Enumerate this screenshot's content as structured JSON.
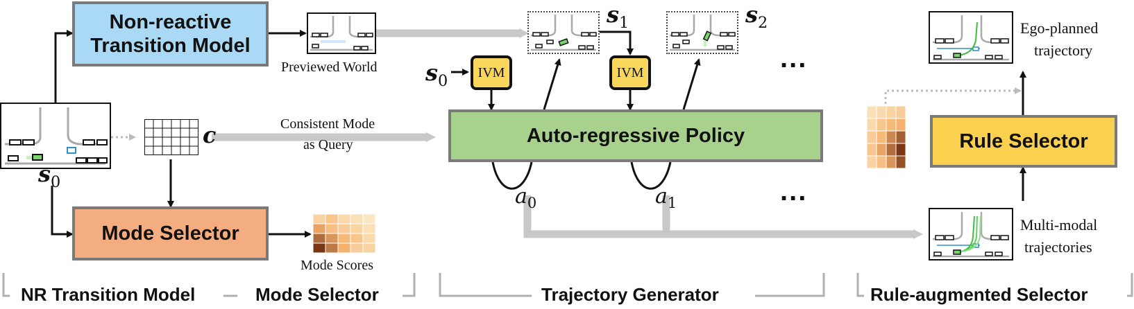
{
  "boxes": {
    "nr_transition": "Non-reactive\nTransition Model",
    "mode_selector": "Mode Selector",
    "ar_policy": "Auto-regressive Policy",
    "rule_selector": "Rule Selector",
    "ivm": "IVM"
  },
  "labels": {
    "previewed_world": "Previewed World",
    "consistent_mode_1": "Consistent Mode",
    "consistent_mode_2": "as Query",
    "mode_scores": "Mode Scores",
    "ego_planned_1": "Ego-planned",
    "ego_planned_2": "trajectory",
    "multimodal_1": "Multi-modal",
    "multimodal_2": "trajectories",
    "ellipsis": "..."
  },
  "math": {
    "s0": "s",
    "s0_sub": "0",
    "s1": "s",
    "s1_sub": "1",
    "s2": "s",
    "s2_sub": "2",
    "c": "c",
    "a0": "a",
    "a0_sub": "0",
    "a1": "a",
    "a1_sub": "1"
  },
  "sections": {
    "nr_transition": "NR Transition Model",
    "mode_selector": "Mode Selector",
    "trajectory_generator": "Trajectory Generator",
    "rule_selector": "Rule-augmented Selector"
  },
  "colors": {
    "nr_transition_fill": "#a9d9f5",
    "mode_selector_fill": "#f4ad80",
    "ar_policy_fill": "#a9d18e",
    "rule_selector_fill": "#fbd04f",
    "ivm_fill": "#f9d65c",
    "gray_arrow": "#c8c8c8"
  },
  "heatmap_mode_scores": [
    [
      0.25,
      0.35,
      0.2,
      0.15,
      0.1
    ],
    [
      0.55,
      0.4,
      0.3,
      0.25,
      0.15
    ],
    [
      0.75,
      0.6,
      0.45,
      0.35,
      0.2
    ],
    [
      0.95,
      0.7,
      0.5,
      0.3,
      0.25
    ]
  ],
  "heatmap_rule": [
    [
      0.15,
      0.2,
      0.25,
      0.3
    ],
    [
      0.2,
      0.35,
      0.45,
      0.5
    ],
    [
      0.3,
      0.45,
      0.65,
      0.8
    ],
    [
      0.35,
      0.55,
      0.75,
      0.95
    ],
    [
      0.25,
      0.4,
      0.6,
      0.85
    ]
  ]
}
